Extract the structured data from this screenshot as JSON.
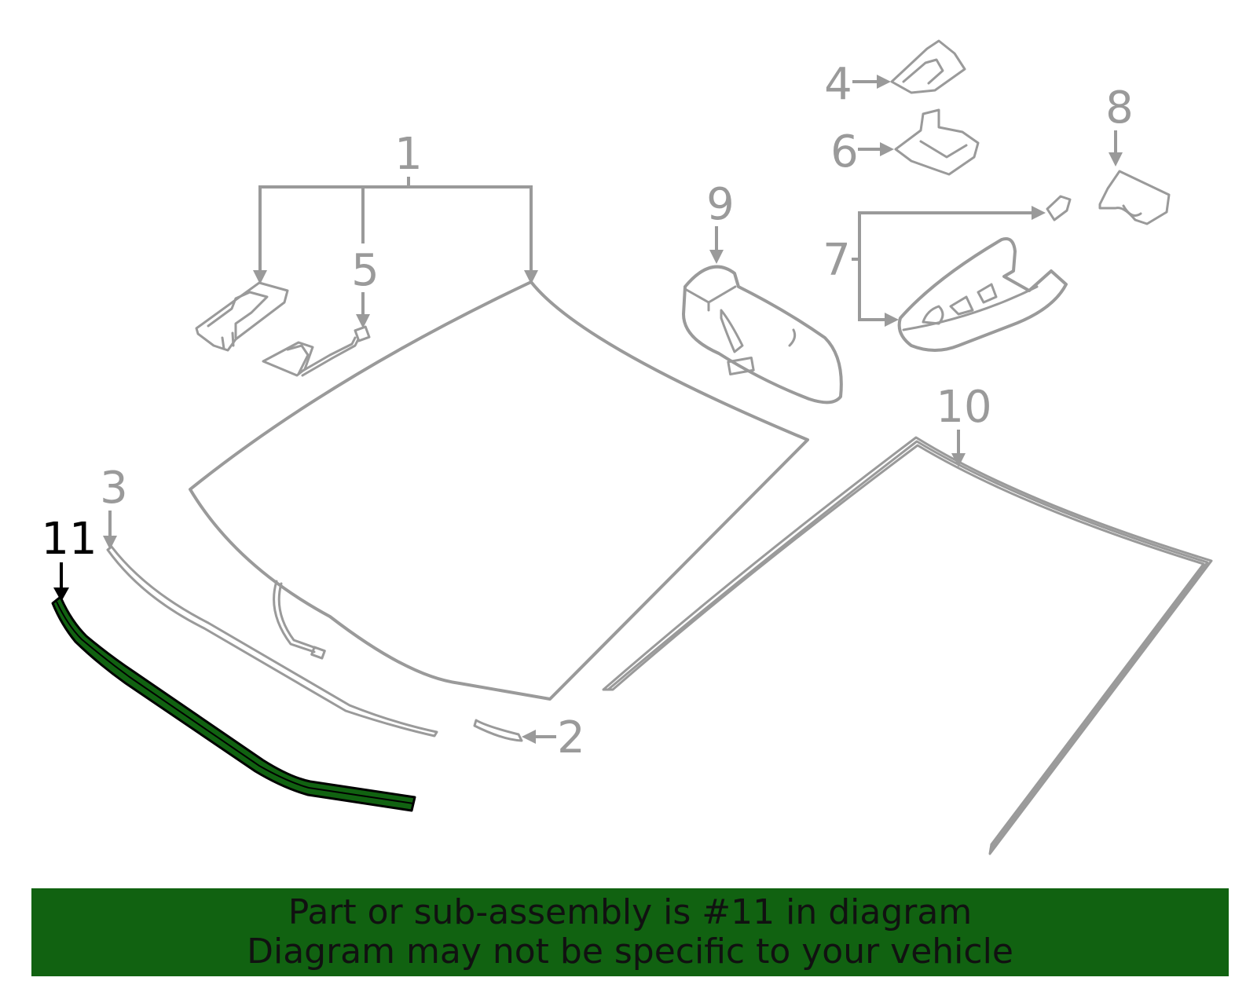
{
  "callouts": [
    {
      "id": "1",
      "label": "1"
    },
    {
      "id": "2",
      "label": "2"
    },
    {
      "id": "3",
      "label": "3"
    },
    {
      "id": "4",
      "label": "4"
    },
    {
      "id": "5",
      "label": "5"
    },
    {
      "id": "6",
      "label": "6"
    },
    {
      "id": "7",
      "label": "7"
    },
    {
      "id": "8",
      "label": "8"
    },
    {
      "id": "9",
      "label": "9"
    },
    {
      "id": "10",
      "label": "10"
    },
    {
      "id": "11",
      "label": "11"
    }
  ],
  "highlighted_part": "11",
  "colors": {
    "highlight_fill": "#116211",
    "highlight_outline": "#000000",
    "part_stroke": "#9a9a9a",
    "banner_background": "#116211"
  },
  "banner": {
    "line1": "Part or sub-assembly is #11 in diagram",
    "line2": "Diagram may not be specific to your vehicle"
  }
}
